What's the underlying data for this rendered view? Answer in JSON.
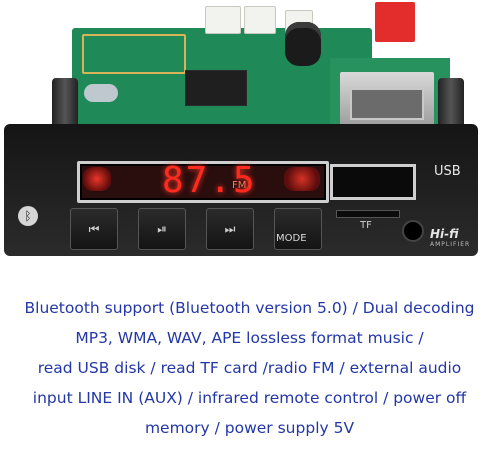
{
  "device": {
    "display_text": "87.5",
    "display_unit": "FM",
    "usb_label": "USB",
    "tf_label": "TF",
    "hifi_label": "Hi-fi",
    "amplifier_label": "AMPLIFIER",
    "mode_label": "MODE",
    "bluetooth_icon": "bluetooth-icon",
    "buttons": [
      {
        "name": "previous",
        "icon": "skip-back-icon",
        "glyph": "⏮"
      },
      {
        "name": "play-pause",
        "icon": "play-pause-icon",
        "glyph": "⏯"
      },
      {
        "name": "next",
        "icon": "skip-forward-icon",
        "glyph": "⏭"
      },
      {
        "name": "mode",
        "icon": "mode-button",
        "glyph": ""
      }
    ]
  },
  "description": {
    "lines": [
      "Bluetooth support (Bluetooth version 5.0) / Dual decoding",
      "MP3, WMA, WAV, APE lossless format music /",
      "read USB disk / read TF card /radio FM / external audio",
      "input LINE IN (AUX) / infrared remote control / power off",
      "memory / power supply 5V"
    ],
    "color": "#2337a7"
  }
}
